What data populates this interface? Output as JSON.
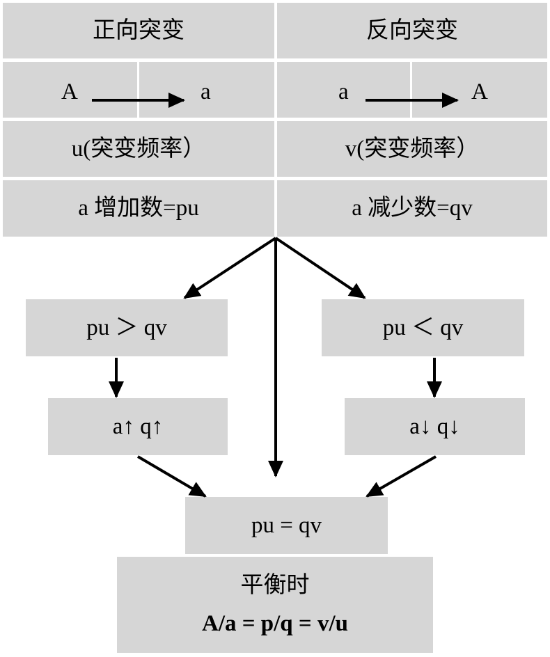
{
  "table": {
    "header": {
      "forward": "正向突变",
      "reverse": "反向突变"
    },
    "transition": {
      "forward": {
        "from": "A",
        "to": "a"
      },
      "reverse": {
        "from": "a",
        "to": "A"
      }
    },
    "rate": {
      "forward": "u(突变频率）",
      "reverse": "v(突变频率）"
    },
    "change": {
      "forward": "a 增加数=pu",
      "reverse": "a 减少数=qv"
    }
  },
  "flow": {
    "left_condition": "pu ＞ qv",
    "right_condition": "pu ＜ qv",
    "left_result": "a↑ q↑",
    "right_result": "a↓ q↓",
    "equilibrium": "pu = qv",
    "balance_title": "平衡时",
    "balance_formula": "A/a = p/q = v/u"
  },
  "colors": {
    "box_fill": "#d6d6d6",
    "arrow": "#000000",
    "background": "#ffffff"
  }
}
